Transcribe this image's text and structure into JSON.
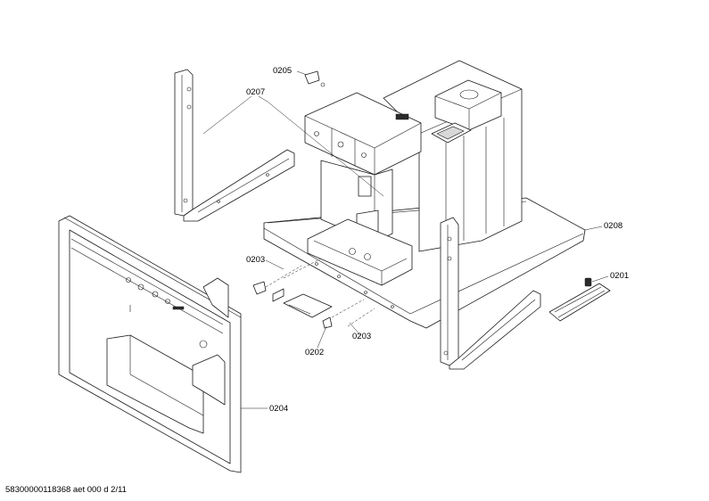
{
  "labels": {
    "p0205": "0205",
    "p0207": "0207",
    "p0208": "0208",
    "p0201": "0201",
    "p0203a": "0203",
    "p0203b": "0203",
    "p0202": "0202",
    "p0204": "0204"
  },
  "footer": "58300000118368 aet 000 d 2/11"
}
